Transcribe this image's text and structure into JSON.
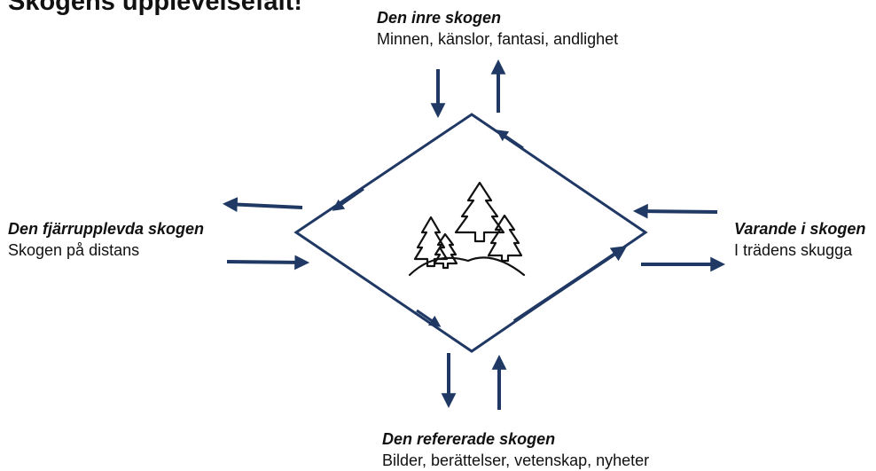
{
  "title": "Skogens upplevelsefält!",
  "colors": {
    "arrow": "#203864",
    "icon": "#111111"
  },
  "nodes": {
    "top": {
      "heading": "Den inre skogen",
      "subtitle": "Minnen, känslor, fantasi, andlighet"
    },
    "left": {
      "heading": "Den fjärrupplevda skogen",
      "subtitle": "Skogen på distans"
    },
    "right": {
      "heading": "Varande i skogen",
      "subtitle": "I trädens skugga"
    },
    "bottom": {
      "heading": "Den refererade skogen",
      "subtitle": "Bilder, berättelser, vetenskap, nyheter"
    }
  },
  "center_icon": "forest-icon"
}
